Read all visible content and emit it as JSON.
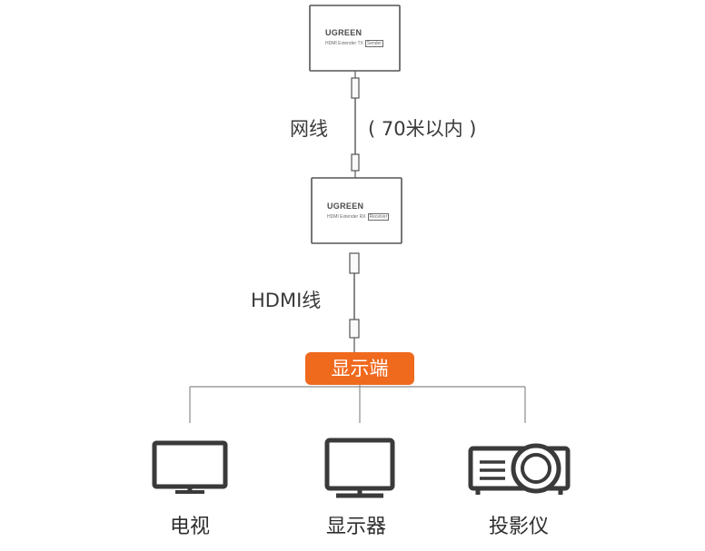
{
  "sender": {
    "brand": "UGREEN",
    "model": "HDMI Extender TX",
    "tag": "Sender"
  },
  "receiver": {
    "brand": "UGREEN",
    "model": "HDMI Extender RX",
    "tag": "Receiver"
  },
  "cable_network": {
    "label": "网线",
    "note": "( 70米以内 )"
  },
  "cable_hdmi": {
    "label": "HDMI线"
  },
  "display_end": {
    "label": "显示端"
  },
  "outputs": [
    {
      "label": "电视",
      "icon": "tv-icon"
    },
    {
      "label": "显示器",
      "icon": "monitor-icon"
    },
    {
      "label": "投影仪",
      "icon": "projector-icon"
    }
  ],
  "colors": {
    "accent": "#f06a1e",
    "line": "#8a8a8a",
    "text": "#3a3a3a"
  }
}
